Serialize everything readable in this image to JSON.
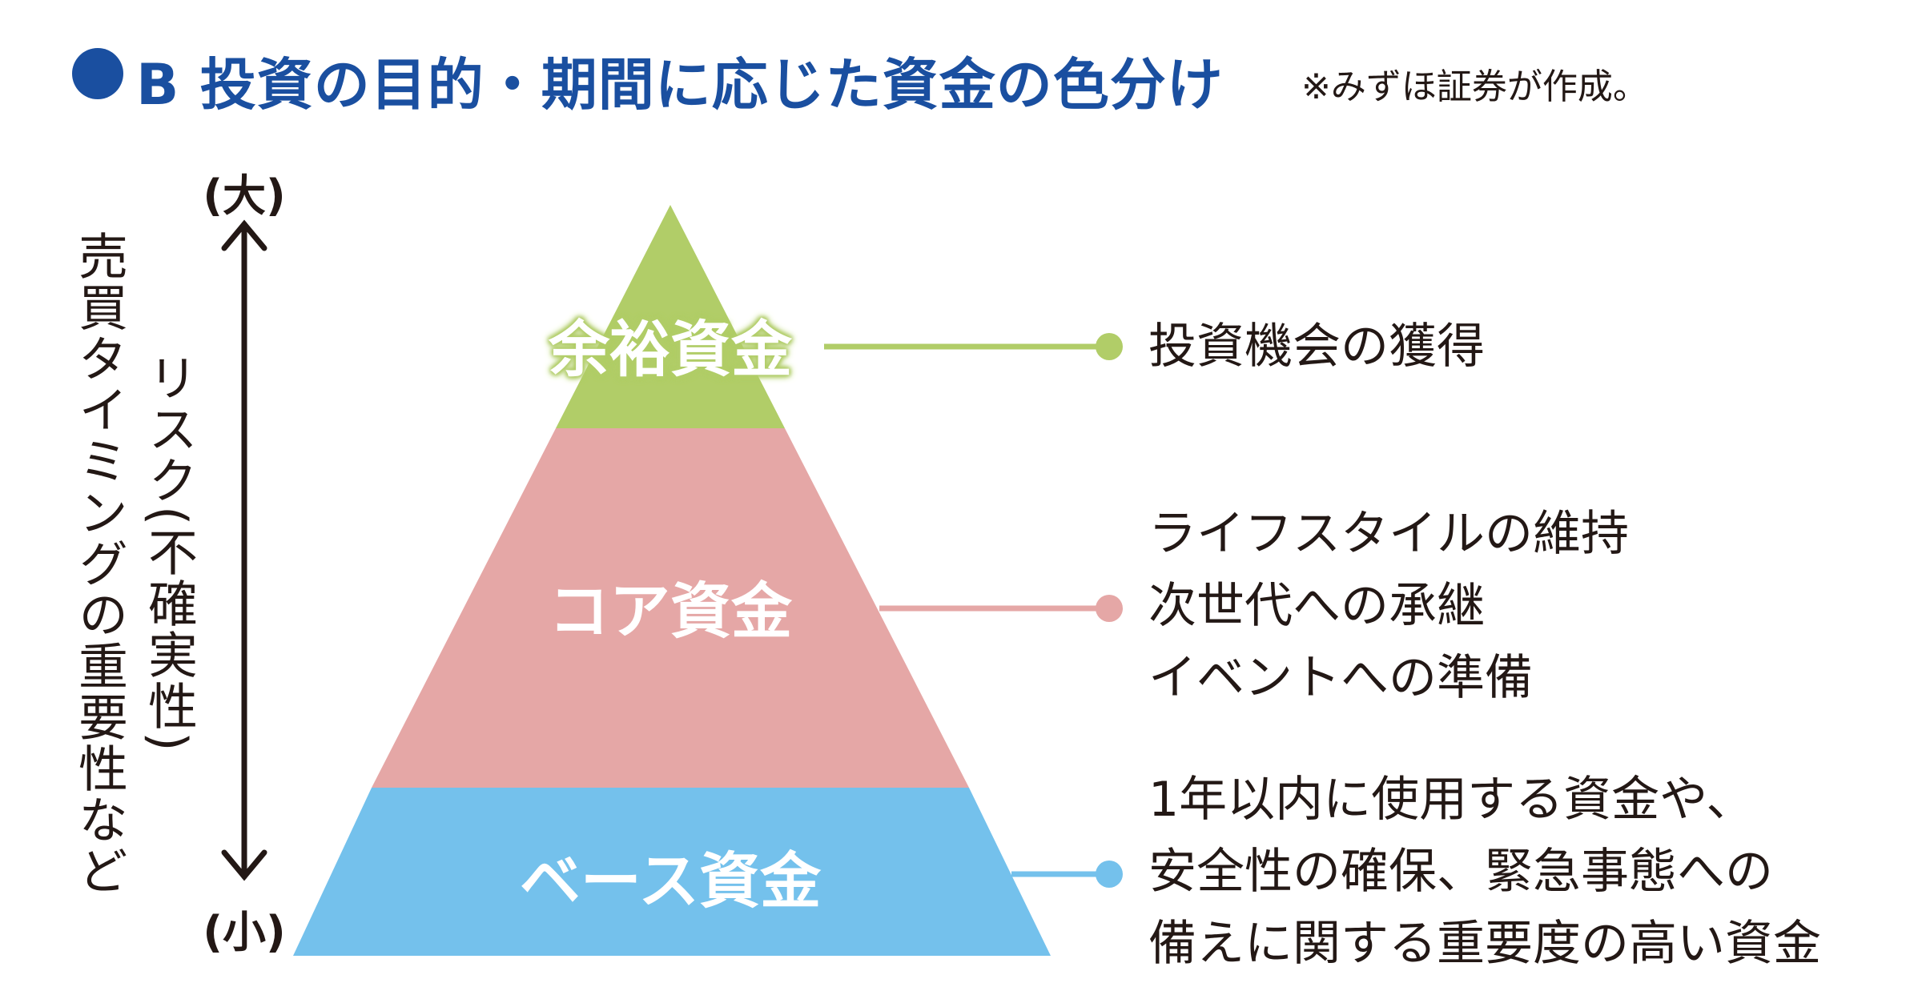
{
  "header": {
    "title": "B 投資の目的・期間に応じた資金の色分け",
    "note": "※みずほ証券が作成。",
    "accent_color": "#1a4fa0"
  },
  "axis": {
    "top_label": "(大)",
    "bottom_label": "(小)",
    "risk_label": "リスク(不確実性)",
    "timing_label": "売買タイミングの重要性など"
  },
  "tiers": [
    {
      "name": "余裕資金",
      "color": "#b1cd68",
      "descriptions": [
        "投資機会の獲得"
      ]
    },
    {
      "name": "コア資金",
      "color": "#e5a7a6",
      "descriptions": [
        "ライフスタイルの維持",
        "次世代への承継",
        "イベントへの準備"
      ]
    },
    {
      "name": "ベース資金",
      "color": "#74c1ec",
      "descriptions": [
        "1年以内に使用する資金や、",
        "安全性の確保、緊急事態への",
        "備えに関する重要度の高い資金"
      ]
    }
  ]
}
